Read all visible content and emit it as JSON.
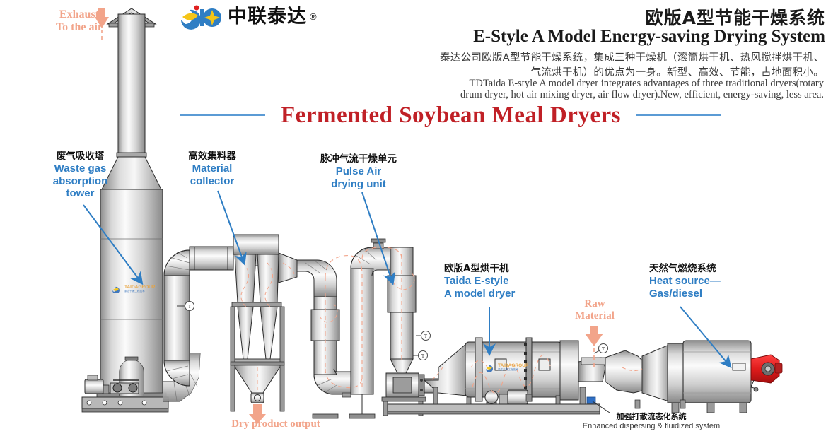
{
  "brand": {
    "name_cn": "中联泰达",
    "registered_mark": "®",
    "watermark_text": "TAIDAGROUP",
    "watermark_sub": "泰达干燥工程技术"
  },
  "header": {
    "title_cn": "欧版A型节能干燥系统",
    "title_en": "E-Style A Model Energy-saving Drying System",
    "desc_cn_line1": "泰达公司欧版A型节能干燥系统，集成三种干燥机（滚筒烘干机、热风搅拌烘干机、",
    "desc_cn_line2": "气流烘干机）的优点为一身。新型、高效、节能，占地面积小。",
    "desc_en_line1": "TDTaida E-style A model dryer integrates advantages of three traditional dryers(rotary",
    "desc_en_line2": "drum dryer, hot air mixing dryer, air flow dryer).New, efficient, energy-saving, less area."
  },
  "banner": {
    "text": "Fermented Soybean Meal Dryers",
    "rule_color": "#5b9bd5",
    "text_color": "#c02026"
  },
  "labels": {
    "exhaust": {
      "line1": "Exhaust",
      "line2": "To the air",
      "color": "#f2a48a"
    },
    "waste_gas_tower": {
      "cn": "废气吸收塔",
      "en_line1": "Waste gas",
      "en_line2": "absorption",
      "en_line3": "tower"
    },
    "material_collector": {
      "cn": "高效集料器",
      "en_line1": "Material",
      "en_line2": "collector"
    },
    "pulse_air_unit": {
      "cn": "脉冲气流干燥单元",
      "en_line1": "Pulse Air",
      "en_line2": "drying unit"
    },
    "model_dryer": {
      "cn": "欧版A型烘干机",
      "en_line1": "Taida E-style",
      "en_line2": "A model dryer"
    },
    "heat_source": {
      "cn": "天然气燃烧系统",
      "en_line1": "Heat source—",
      "en_line2": "Gas/diesel"
    },
    "raw_material": {
      "line1": "Raw",
      "line2": "Material",
      "color": "#f2a48a"
    },
    "dry_product_output": {
      "text": "Dry product output",
      "color": "#f2a48a"
    },
    "fluidized_system": {
      "cn": "加强打散流态化系统",
      "en": "Enhanced dispersing & fluidized system"
    }
  },
  "colors": {
    "label_blue": "#2f7ec4",
    "arrow_blue": "#2f7ec4",
    "orange": "#f2a48a",
    "metal_light": "#f4f4f4",
    "metal_mid": "#b9b9b9",
    "metal_dark": "#7c7c7c",
    "outline": "#2b2b2b",
    "flow_dash": "#f2a48a",
    "burner_red": "#e01b1b"
  },
  "gauges": [
    {
      "name": "temp-gauge-1",
      "letter": "T"
    },
    {
      "name": "temp-gauge-2",
      "letter": "T"
    },
    {
      "name": "temp-gauge-3",
      "letter": "T"
    },
    {
      "name": "temp-gauge-4",
      "letter": "T"
    },
    {
      "name": "temp-gauge-5",
      "letter": "T"
    }
  ]
}
